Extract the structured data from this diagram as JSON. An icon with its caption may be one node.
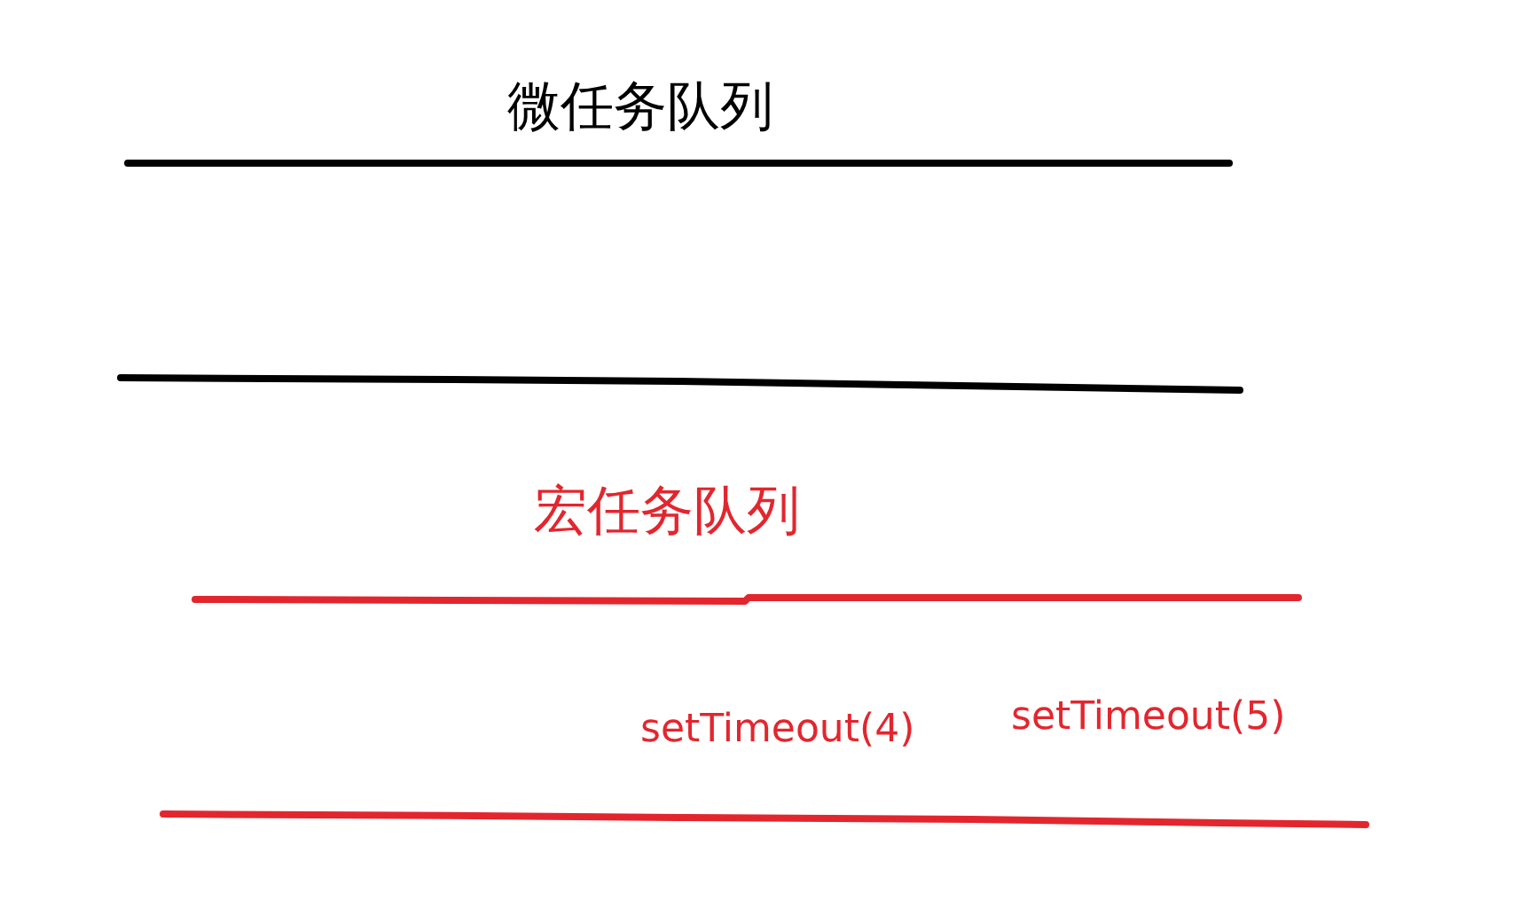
{
  "diagram": {
    "nodes": [
      {
        "text": [
          "微任务队列"
        ]
      },
      {
        "text": [
          "宏任务队列"
        ]
      }
    ],
    "labels": [
      "setTimeout(4)",
      "setTimeout(5)"
    ]
  }
}
